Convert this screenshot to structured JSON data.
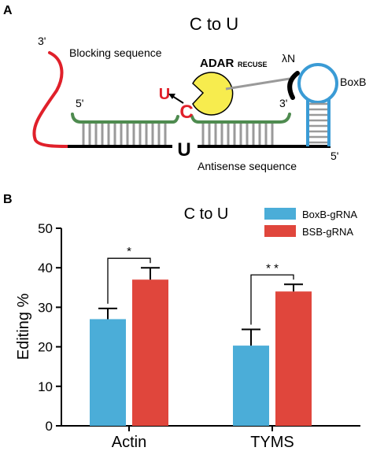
{
  "panel_a": {
    "panel_label": "A",
    "title": "C to U",
    "strand_3prime_left": "3'",
    "blocking_label": "Blocking sequence",
    "enzyme_label": "ADAR",
    "enzyme_subscript": "RECUSE",
    "lambda_label": "λN",
    "boxb_label": "BoxB",
    "guide_5prime": "5'",
    "guide_3prime": "3'",
    "target_5prime_right": "5'",
    "u_label": "U",
    "c_label": "C",
    "target_u_label": "U",
    "antisense_label": "Antisense sequence",
    "colors": {
      "blocking": "#e0202a",
      "guide": "#4e8b4f",
      "boxb": "#3a9bd5",
      "enzyme": "#f7ec4e",
      "rungs": "#9a9a9a",
      "target": "#000000",
      "highlight": "#e0202a"
    }
  },
  "panel_b": {
    "panel_label": "B",
    "chart_data": {
      "type": "bar",
      "title": "C to U",
      "xlabel": "",
      "ylabel": "Editing %",
      "ylim": [
        0,
        50
      ],
      "yticks": [
        "0",
        "10",
        "20",
        "30",
        "40",
        "50"
      ],
      "categories": [
        "Actin",
        "TYMS"
      ],
      "series": [
        {
          "name": "BoxB-gRNA",
          "color": "#4badd8",
          "values": [
            27,
            20.3
          ],
          "errors": [
            2.7,
            4.1
          ]
        },
        {
          "name": "BSB-gRNA",
          "color": "#e0463c",
          "values": [
            37,
            34
          ],
          "errors": [
            3,
            1.8
          ]
        }
      ],
      "significance": [
        "*",
        "* *"
      ],
      "legend_position": "top-right",
      "grid": false
    }
  }
}
